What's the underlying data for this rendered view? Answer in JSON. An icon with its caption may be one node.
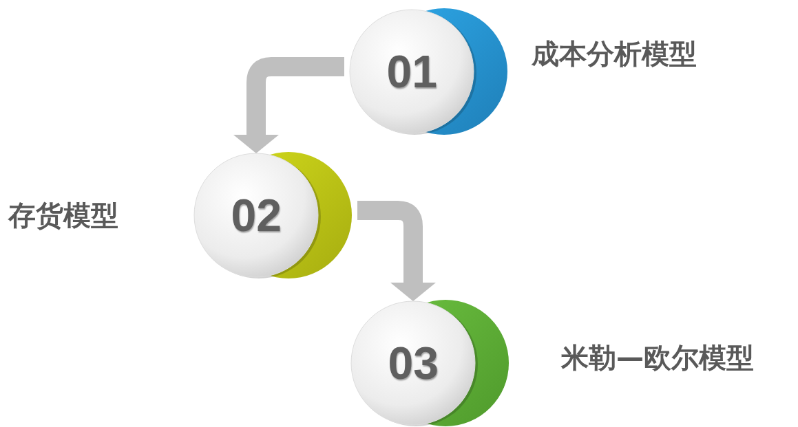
{
  "diagram": {
    "nodes": [
      {
        "text": [
          "01"
        ],
        "beside": [
          "成本分析模型"
        ]
      },
      {
        "text": [
          "02"
        ],
        "beside": [
          "存货模型"
        ]
      },
      {
        "text": [
          "03"
        ],
        "beside": [
          "米勒—欧尔模型"
        ]
      }
    ],
    "edges": [
      {
        "from": 0,
        "to": 1,
        "arrow": "to"
      },
      {
        "from": 1,
        "to": 2,
        "arrow": "to"
      }
    ]
  }
}
